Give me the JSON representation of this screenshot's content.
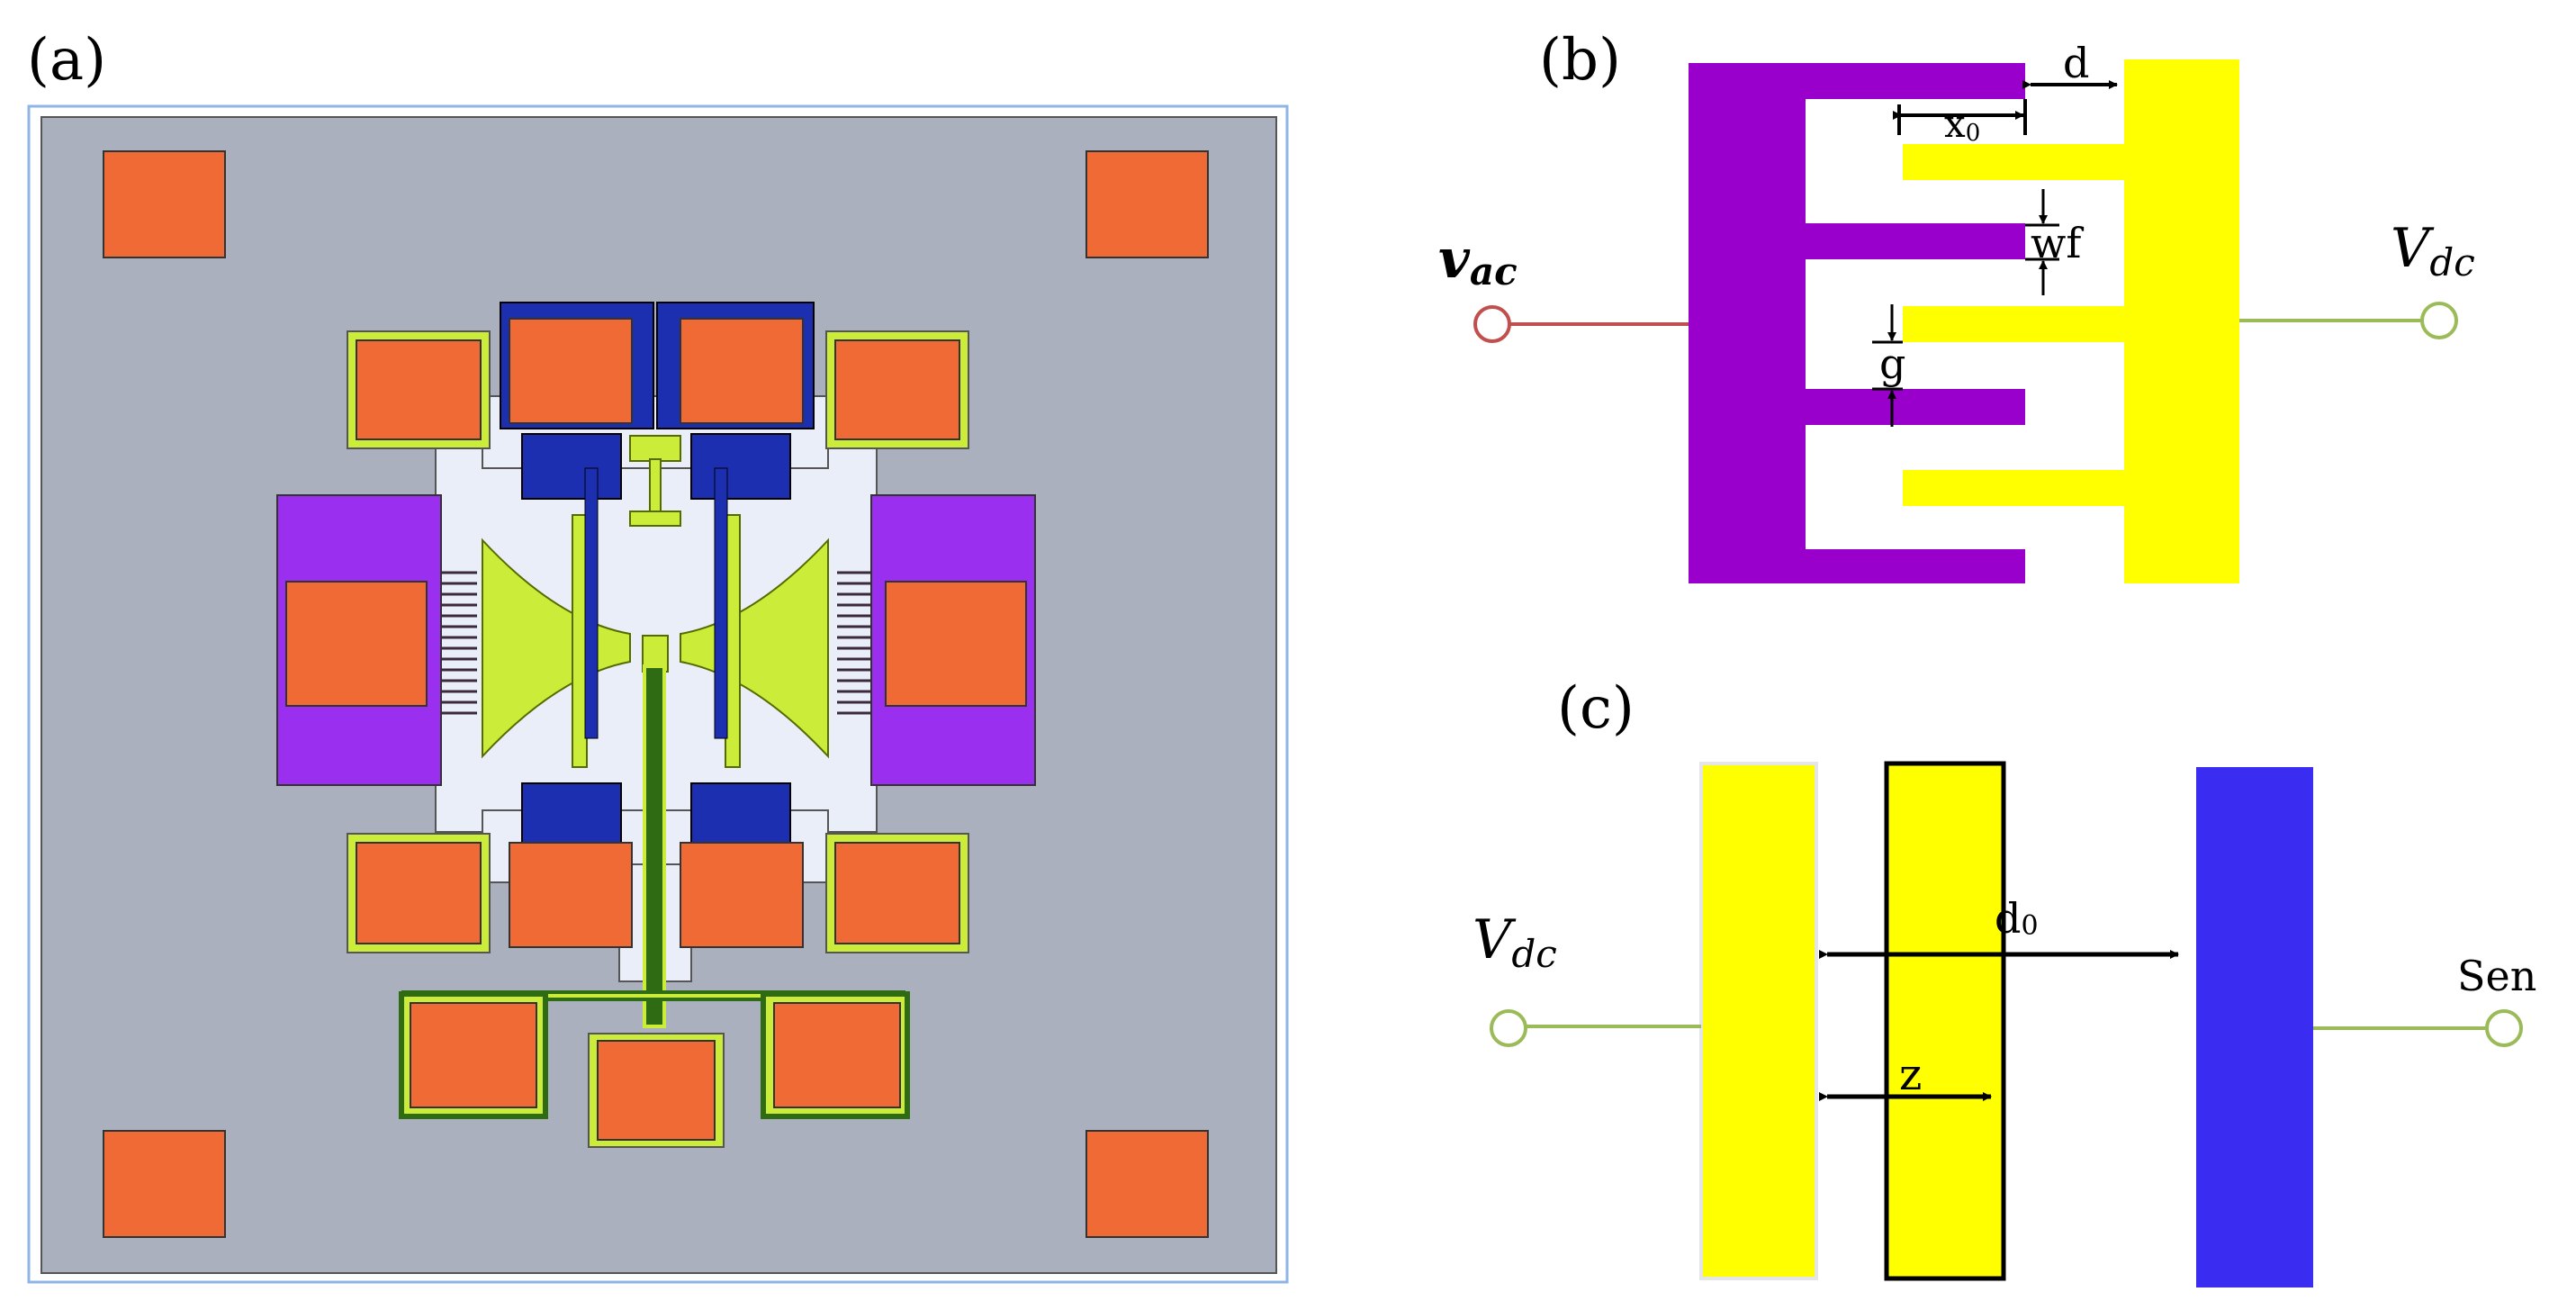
{
  "panels": {
    "a": {
      "label": "(a)"
    },
    "b": {
      "label": "(b)",
      "input_symbol": {
        "main": "v",
        "sub": "ac"
      },
      "output_symbol": {
        "main": "V",
        "sub": "dc"
      },
      "dim_d": "d",
      "dim_x0": {
        "main": "x",
        "sub": "0"
      },
      "dim_wf": "wf",
      "dim_g": "g"
    },
    "c": {
      "label": "(c)",
      "input_symbol": {
        "main": "V",
        "sub": "dc"
      },
      "output_label": "Sen",
      "dim_d0": {
        "main": "d",
        "sub": "0"
      },
      "dim_z": "z"
    }
  },
  "colors": {
    "substrate": "#aab0bd",
    "substrate_border": "#8fb5e6",
    "pad": "#f06a35",
    "yellow_green": "#ccec3a",
    "purple": "#9b2ff0",
    "comb_purple": "#9900cc",
    "blue": "#1c2fb0",
    "light_bg": "#e9eef8",
    "trace_green": "#2e6b12",
    "yellow": "#ffff00",
    "blue_electrode": "#3a2cf0",
    "wire_red": "#c0504d",
    "wire_green": "#9bbb59"
  }
}
